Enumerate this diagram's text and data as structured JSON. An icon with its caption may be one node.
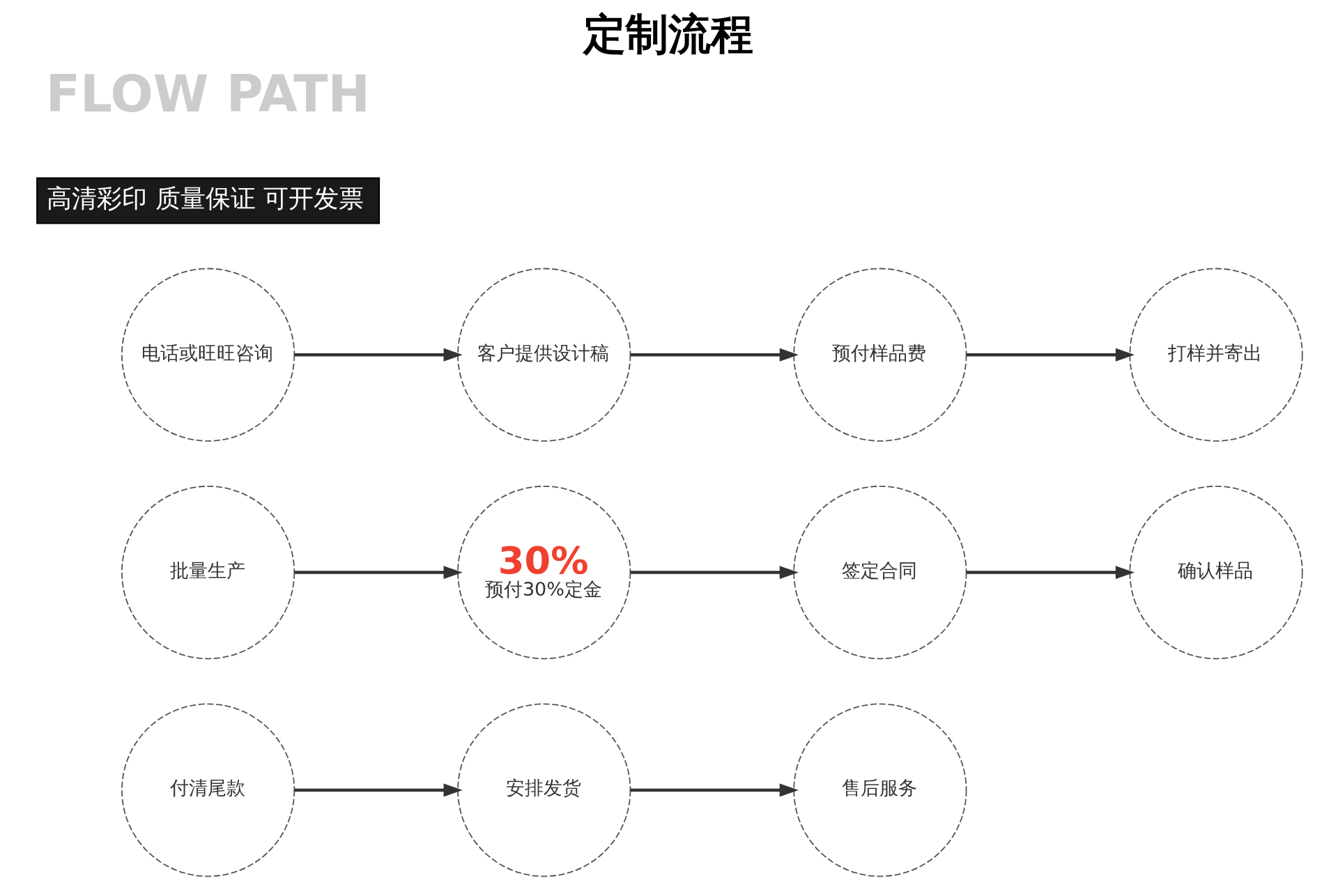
{
  "diagram": {
    "title": "定制流程",
    "nodes": [
      {
        "text": [
          "电话或旺旺咨询"
        ]
      },
      {
        "text": [
          "客户提供设计稿"
        ]
      },
      {
        "text": [
          "预付样品费"
        ]
      },
      {
        "text": [
          "打样并寄出"
        ]
      },
      {
        "text": [
          "批量生产"
        ]
      },
      {
        "text": [
          "30%",
          "预付30%定金"
        ]
      },
      {
        "text": [
          "签定合同"
        ]
      },
      {
        "text": [
          "确认样品"
        ]
      },
      {
        "text": [
          "付清尾款"
        ]
      },
      {
        "text": [
          "安排发货"
        ]
      },
      {
        "text": [
          "售后服务"
        ]
      }
    ],
    "edges": [
      {
        "from": 0,
        "to": 1,
        "arrow": "to"
      },
      {
        "from": 1,
        "to": 2,
        "arrow": "to"
      },
      {
        "from": 2,
        "to": 3,
        "arrow": "to"
      },
      {
        "from": 4,
        "to": 5,
        "arrow": "to"
      },
      {
        "from": 5,
        "to": 6,
        "arrow": "to"
      },
      {
        "from": 6,
        "to": 7,
        "arrow": "to"
      },
      {
        "from": 8,
        "to": 9,
        "arrow": "to"
      },
      {
        "from": 9,
        "to": 10,
        "arrow": "to"
      }
    ],
    "labels": [
      "FLOW PATH",
      "高清彩印 质量保证 可开发票"
    ]
  }
}
